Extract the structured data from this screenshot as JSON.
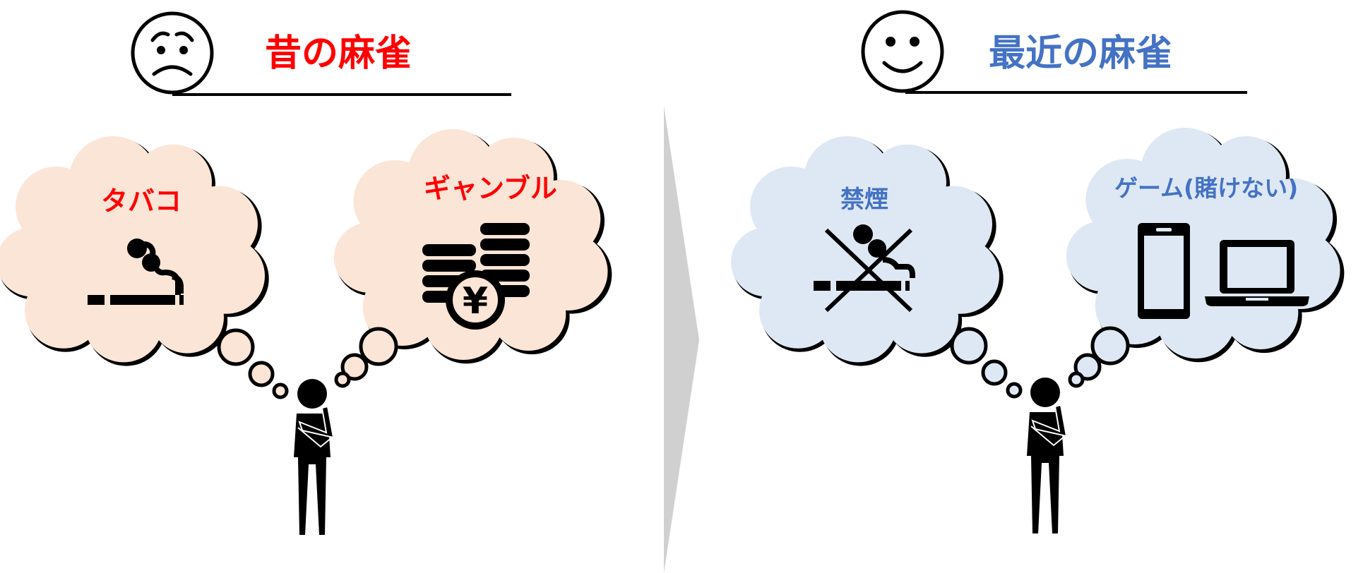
{
  "left": {
    "title": "昔の麻雀",
    "title_color": "#ff0000",
    "face_icon": "worried-face-icon",
    "cloud_fill": "#fbe5d6",
    "thoughts": [
      {
        "label": "タバコ",
        "icon": "cigarette-icon"
      },
      {
        "label": "ギャンブル",
        "icon": "money-coins-icon"
      }
    ]
  },
  "right": {
    "title": "最近の麻雀",
    "title_color": "#4472c4",
    "face_icon": "smiling-face-icon",
    "cloud_fill": "#dee8f4",
    "thoughts": [
      {
        "label": "禁煙",
        "icon": "no-smoking-icon"
      },
      {
        "label": "ゲーム(賭けない)",
        "icon": "smartphone-laptop-icon"
      }
    ]
  },
  "divider_color": "#d0d0d0"
}
